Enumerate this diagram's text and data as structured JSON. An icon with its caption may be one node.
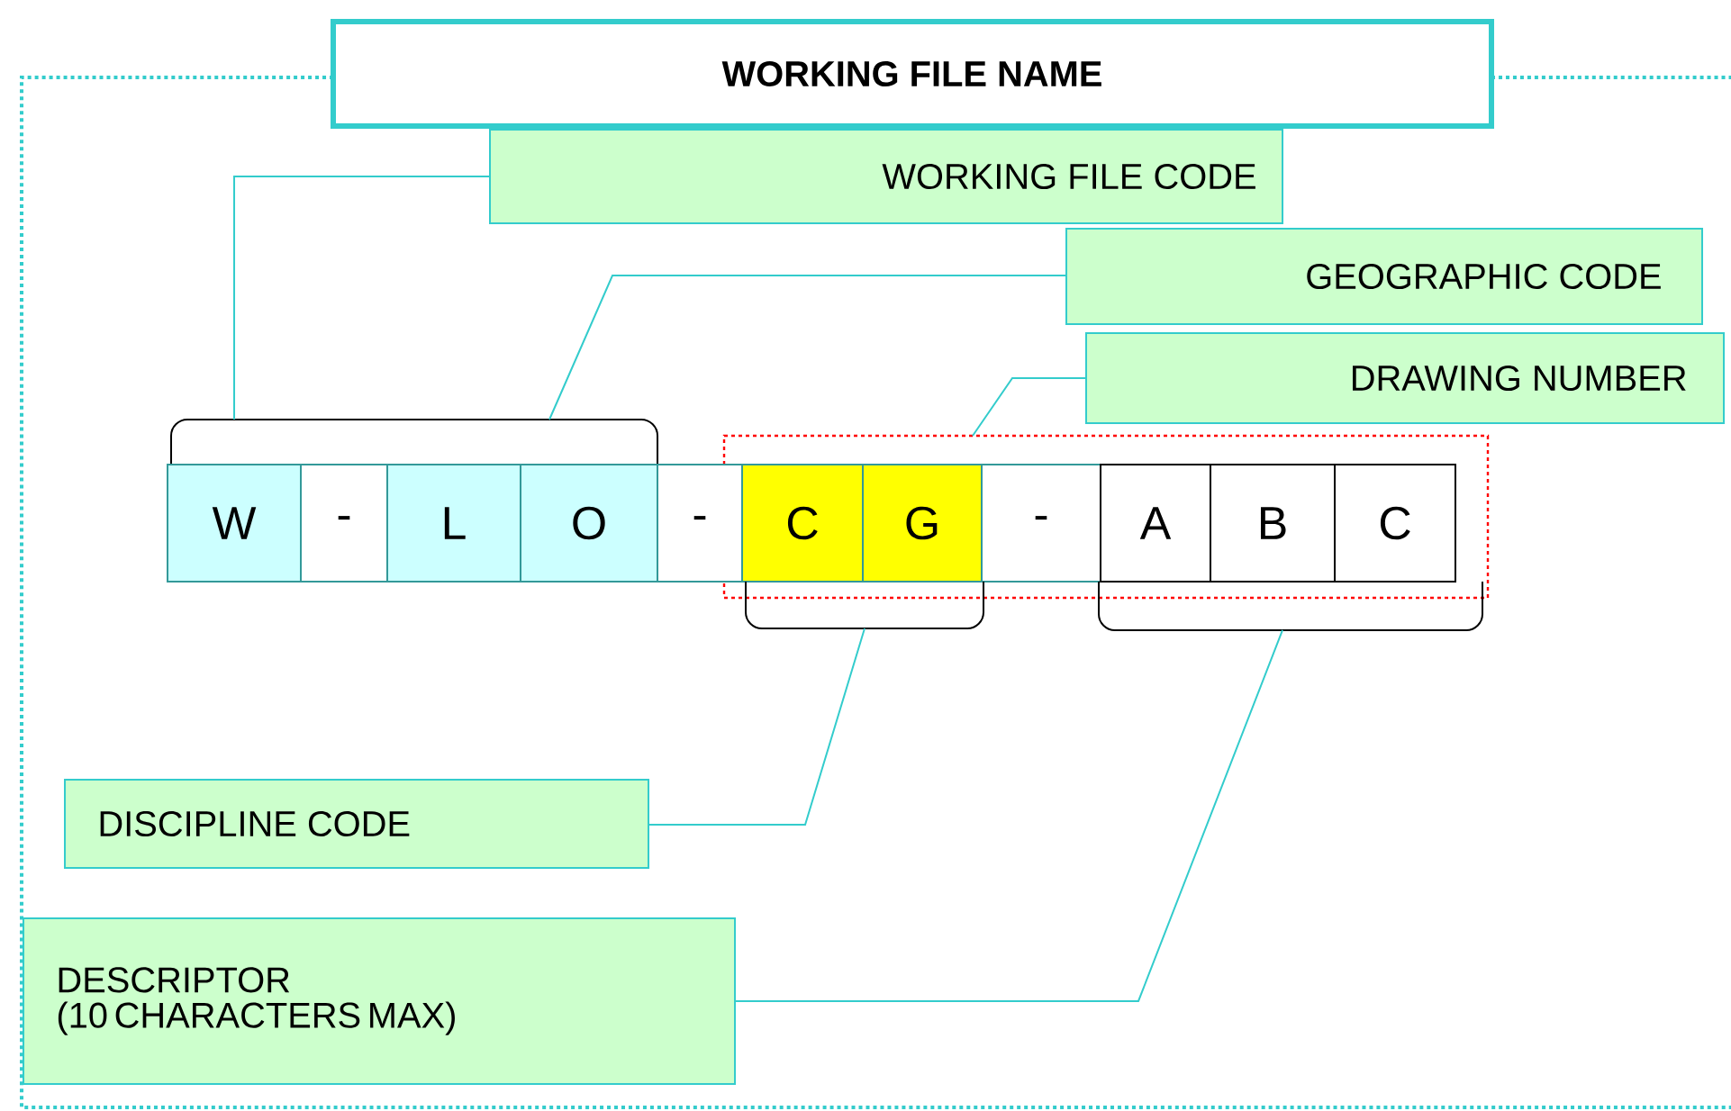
{
  "diagram": {
    "nodes": [
      {
        "text": [
          "WORKING FILE NAME"
        ]
      },
      {
        "text": [
          "WORKING FILE  CODE"
        ]
      },
      {
        "text": [
          "GEOGRAPHIC CODE"
        ]
      },
      {
        "text": [
          "DRAWING NUMBER"
        ]
      },
      {
        "text": [],
        "shape": "box"
      },
      {
        "text": [],
        "shape": "bracket"
      },
      {
        "text": [
          "W"
        ]
      },
      {
        "text": [
          "-"
        ]
      },
      {
        "text": [
          "L"
        ]
      },
      {
        "text": [
          "O"
        ]
      },
      {
        "text": [
          "-"
        ]
      },
      {
        "text": [
          "C"
        ],
        "in": 4
      },
      {
        "text": [
          "G"
        ],
        "in": 4
      },
      {
        "text": [
          "-"
        ],
        "in": 4
      },
      {
        "text": [
          "A"
        ],
        "in": 4
      },
      {
        "text": [
          "B"
        ],
        "in": 4
      },
      {
        "text": [
          "C"
        ],
        "in": 4
      },
      {
        "text": [],
        "shape": "bracket"
      },
      {
        "text": [],
        "shape": "bracket"
      },
      {
        "text": [
          "DISCIPLINE CODE"
        ]
      },
      {
        "text": [
          "DESCRIPTOR",
          "(10 CHARACTERS MAX)"
        ]
      }
    ],
    "edges": [
      {
        "from": 1,
        "to": 5,
        "arrow": "none"
      },
      {
        "from": 2,
        "to": 5,
        "arrow": "none"
      },
      {
        "from": 3,
        "to": 4,
        "arrow": "none"
      },
      {
        "from": 19,
        "to": 17,
        "arrow": "none"
      },
      {
        "from": 20,
        "to": 18,
        "arrow": "none"
      }
    ]
  }
}
